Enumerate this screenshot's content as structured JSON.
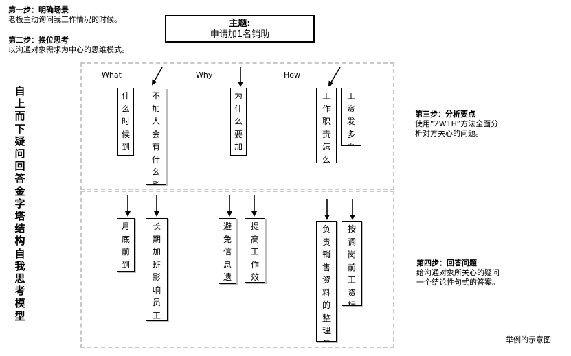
{
  "step1": {
    "title": "第一步：明确场景",
    "text": "老板主动询问我工作情况的时候。"
  },
  "step2": {
    "title": "第二步：换位思考",
    "text": "以沟通对象需求为中心的思维模式。"
  },
  "theme": {
    "label": "主题:",
    "text": "申请加1名销助"
  },
  "side_title": "自上而下疑问回答金字塔结构自我思考模型",
  "columns": {
    "what": "What",
    "why": "Why",
    "how": "How"
  },
  "questions": [
    "什么时候到岗",
    "不加人会有什么影响",
    "为什么要加人",
    "工作职责怎么定",
    "工资发多少"
  ],
  "answers": [
    "月底前到岗",
    "长期加班影响员工业绩",
    "避免信息遗漏",
    "提高工作效率",
    "负责销售资料的整理与分析",
    "按调岗前工资标准"
  ],
  "step3": {
    "title": "第三步：分析要点",
    "line1": "使用“2W1H”方法全面分",
    "line2": "析对方关心的问题。"
  },
  "step4": {
    "title": "第四步：回答问题",
    "line1": "给沟通对象所关心的疑问",
    "line2": "一个结论性句式的答案。"
  },
  "caption": "举例的示意图"
}
